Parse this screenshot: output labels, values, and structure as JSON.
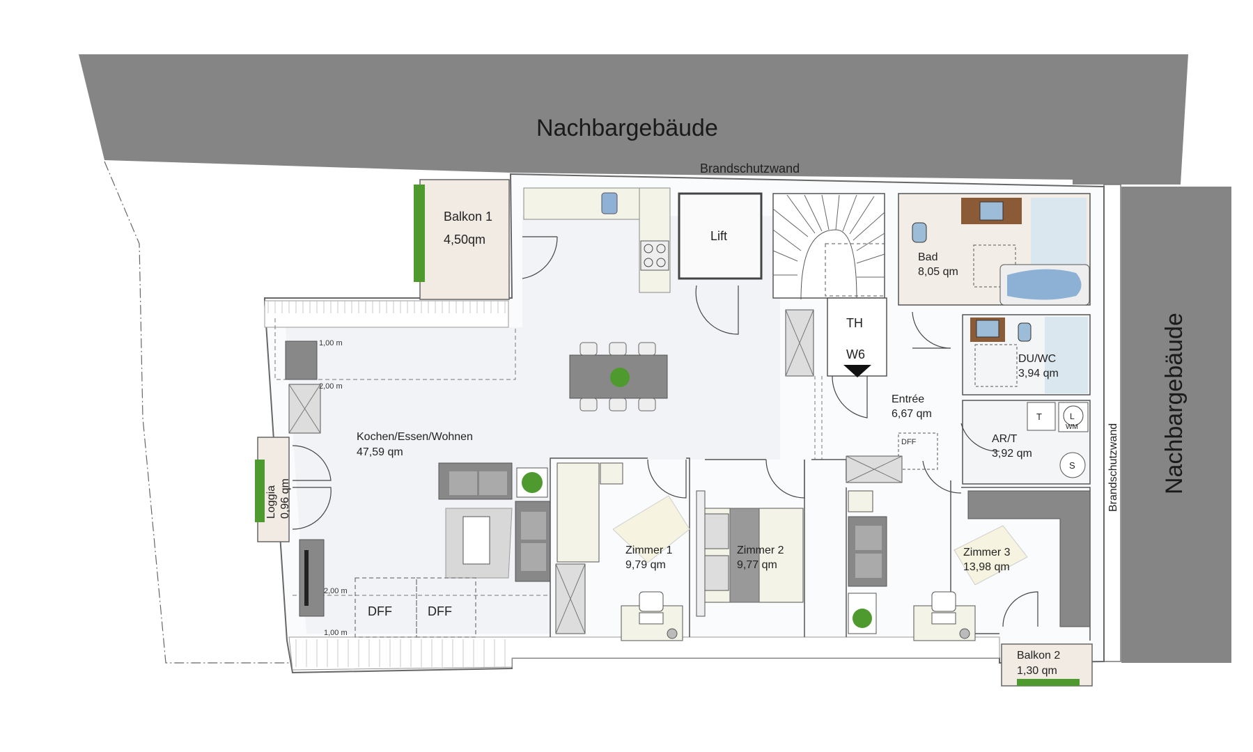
{
  "neighbors": {
    "top": "Nachbargebäude",
    "right": "Nachbargebäude",
    "firewall_top": "Brandschutzwand",
    "firewall_right": "Brandschutzwand"
  },
  "rooms": {
    "balkon1": {
      "name": "Balkon 1",
      "area": "4,50qm"
    },
    "lift": {
      "name": "Lift"
    },
    "bad": {
      "name": "Bad",
      "area": "8,05 qm"
    },
    "du_wc": {
      "name": "DU/WC",
      "area": "3,94 qm"
    },
    "th": {
      "name": "TH"
    },
    "w6": {
      "name": "W6"
    },
    "entree": {
      "name": "Entrée",
      "area": "6,67 qm"
    },
    "kochen": {
      "name": "Kochen/Essen/Wohnen",
      "area": "47,59 qm"
    },
    "loggia": {
      "name": "Loggia",
      "area": "0,96 qm"
    },
    "ar_t": {
      "name": "AR/T",
      "area": "3,92 qm"
    },
    "zimmer1": {
      "name": "Zimmer 1",
      "area": "9,79 qm"
    },
    "zimmer2": {
      "name": "Zimmer 2",
      "area": "9,77 qm"
    },
    "zimmer3": {
      "name": "Zimmer 3",
      "area": "13,98 qm"
    },
    "balkon2": {
      "name": "Balkon 2",
      "area": "1,30 qm"
    }
  },
  "annotations": {
    "dff_large_1": "DFF",
    "dff_large_2": "DFF",
    "dff_small": "DFF",
    "height_top_1": "1,00 m",
    "height_top_2": "2,00 m",
    "height_bottom_2": "2,00 m",
    "height_bottom_1": "1,00 m",
    "appliance_t": "T",
    "appliance_l": "L",
    "appliance_wm": "WM",
    "appliance_s": "S"
  },
  "colors": {
    "neighbor": "#858585",
    "floor": "#f1f3f6",
    "wall": "#ffffff",
    "balcony": "#f2ebe4",
    "plant": "#4e9a2e",
    "tile": "#dbe7ee"
  }
}
